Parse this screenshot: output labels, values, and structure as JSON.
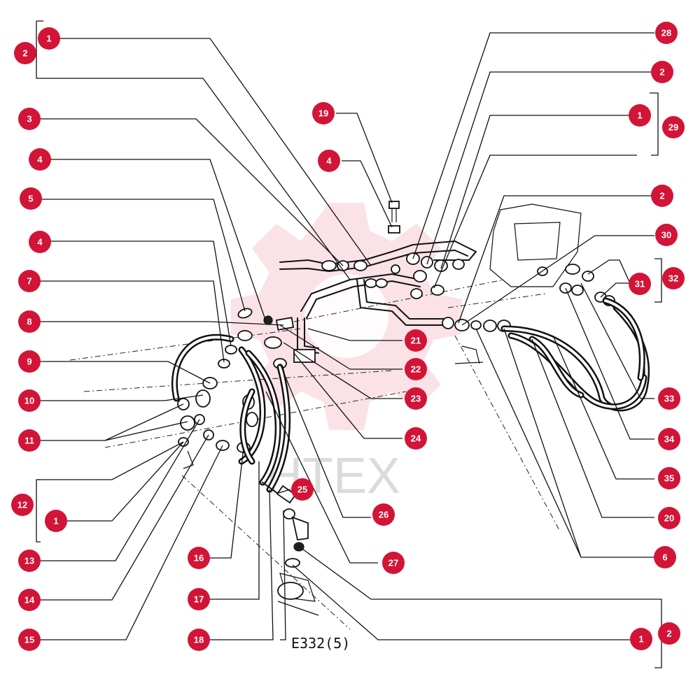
{
  "diagram": {
    "reference_code": "E332(5)",
    "watermark_text": "HTEX",
    "accent_color": "#d21437",
    "callouts": [
      {
        "id": "c1-top-left",
        "text": "1"
      },
      {
        "id": "c2-top-left",
        "text": "2"
      },
      {
        "id": "c3",
        "text": "3"
      },
      {
        "id": "c4-a",
        "text": "4"
      },
      {
        "id": "c5",
        "text": "5"
      },
      {
        "id": "c4-b",
        "text": "4"
      },
      {
        "id": "c7",
        "text": "7"
      },
      {
        "id": "c8",
        "text": "8"
      },
      {
        "id": "c9",
        "text": "9"
      },
      {
        "id": "c10",
        "text": "10"
      },
      {
        "id": "c11",
        "text": "11"
      },
      {
        "id": "c12",
        "text": "12"
      },
      {
        "id": "c1-left",
        "text": "1"
      },
      {
        "id": "c13",
        "text": "13"
      },
      {
        "id": "c14",
        "text": "14"
      },
      {
        "id": "c15",
        "text": "15"
      },
      {
        "id": "c16",
        "text": "16"
      },
      {
        "id": "c17",
        "text": "17"
      },
      {
        "id": "c18",
        "text": "18"
      },
      {
        "id": "c19",
        "text": "19"
      },
      {
        "id": "c4-c",
        "text": "4"
      },
      {
        "id": "c28",
        "text": "28"
      },
      {
        "id": "c2-right-a",
        "text": "2"
      },
      {
        "id": "c1-right-a",
        "text": "1"
      },
      {
        "id": "c29",
        "text": "29"
      },
      {
        "id": "c2-right-b",
        "text": "2"
      },
      {
        "id": "c30",
        "text": "30"
      },
      {
        "id": "c31",
        "text": "31"
      },
      {
        "id": "c32",
        "text": "32"
      },
      {
        "id": "c21",
        "text": "21"
      },
      {
        "id": "c22",
        "text": "22"
      },
      {
        "id": "c23",
        "text": "23"
      },
      {
        "id": "c24",
        "text": "24"
      },
      {
        "id": "c25",
        "text": "25"
      },
      {
        "id": "c26",
        "text": "26"
      },
      {
        "id": "c27",
        "text": "27"
      },
      {
        "id": "c33",
        "text": "33"
      },
      {
        "id": "c34",
        "text": "34"
      },
      {
        "id": "c35",
        "text": "35"
      },
      {
        "id": "c20",
        "text": "20"
      },
      {
        "id": "c6",
        "text": "6"
      },
      {
        "id": "c2-bottom",
        "text": "2"
      },
      {
        "id": "c1-bottom",
        "text": "1"
      }
    ]
  }
}
